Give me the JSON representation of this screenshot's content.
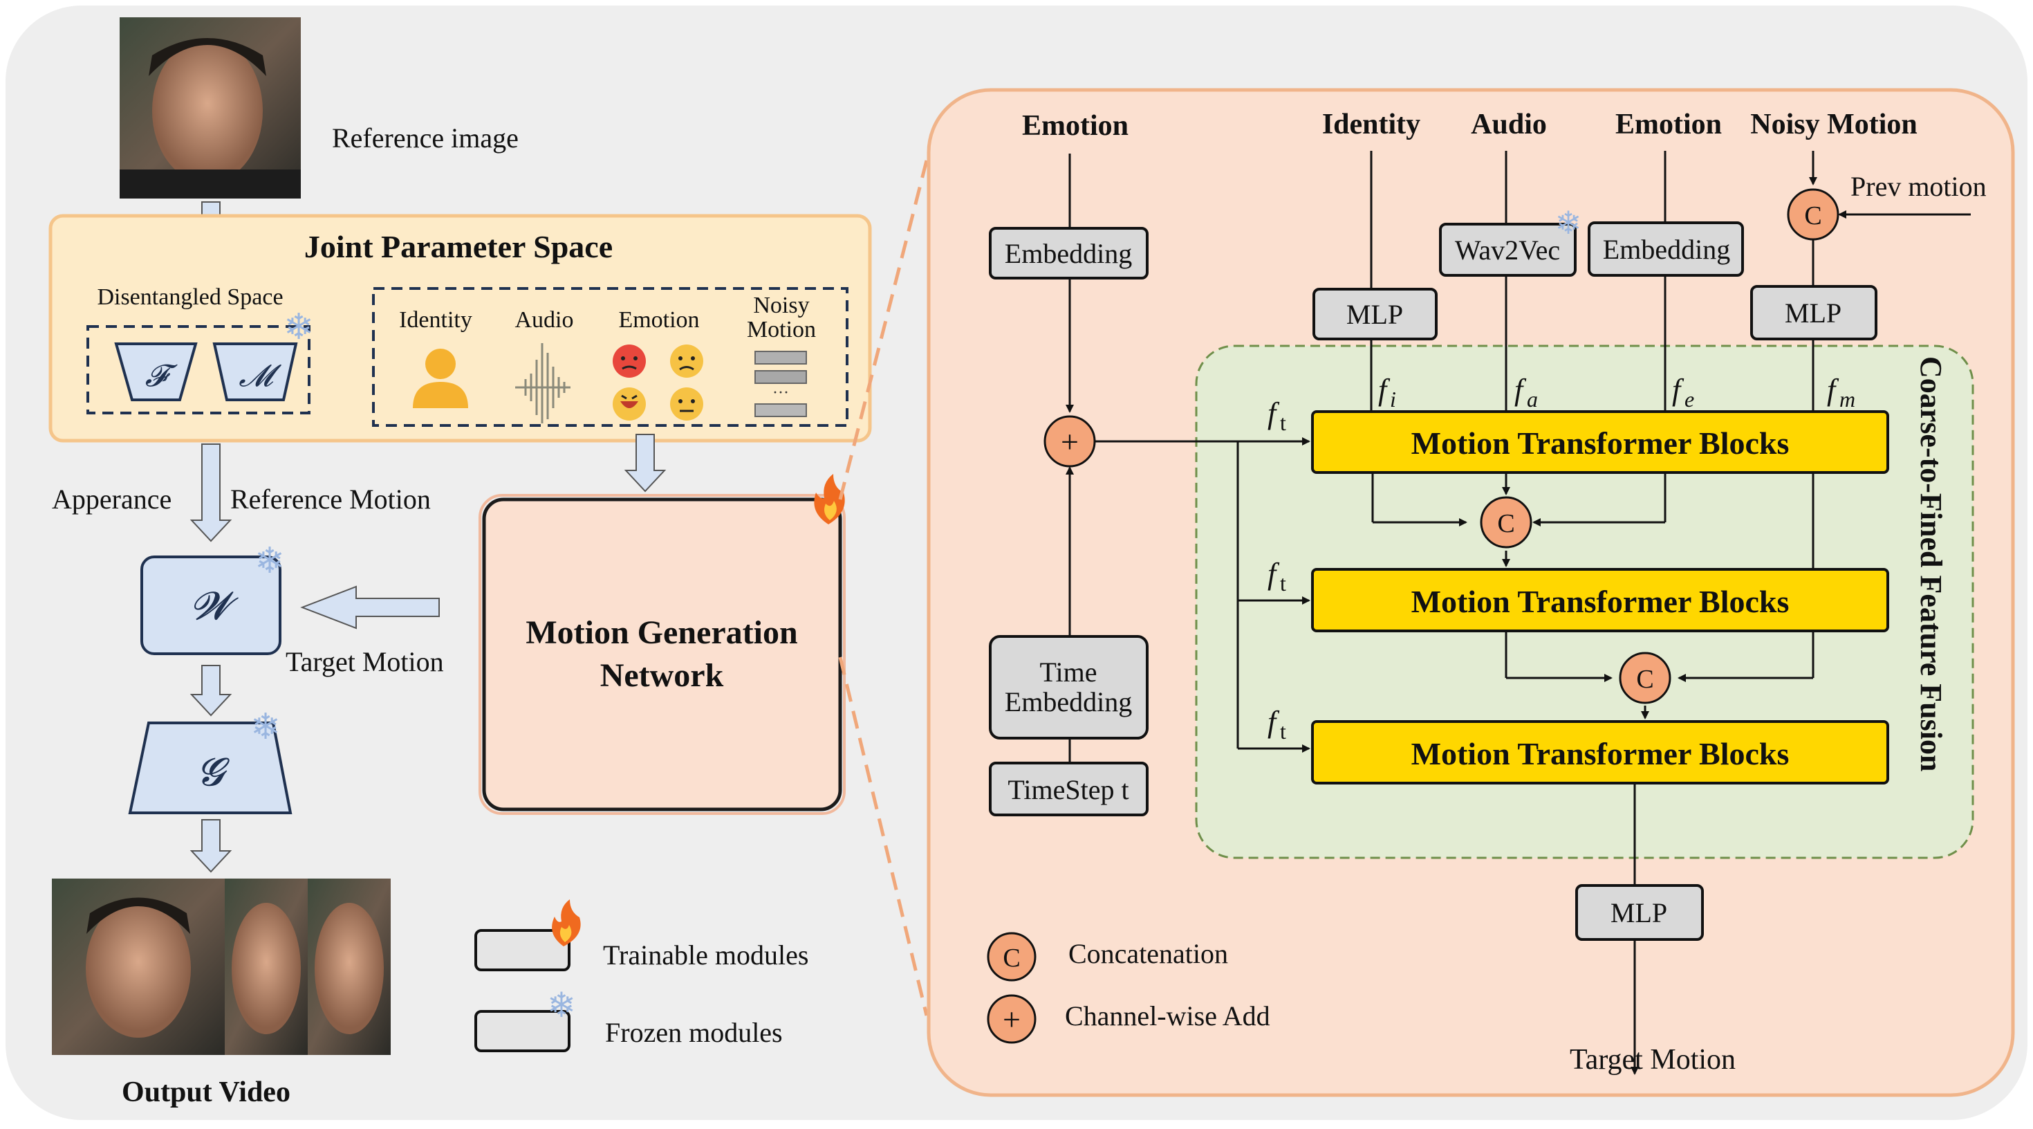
{
  "left": {
    "reference_image_label": "Reference image",
    "joint_title": "Joint Parameter Space",
    "disentangled_label": "Disentangled Space",
    "f_symbol": "𝓕",
    "m_symbol": "𝓜",
    "w_symbol": "𝓦",
    "g_symbol": "𝓖",
    "cond_identity": "Identity",
    "cond_audio": "Audio",
    "cond_emotion": "Emotion",
    "cond_noisy_line1": "Noisy",
    "cond_noisy_line2": "Motion",
    "appearance_label": "Apperance",
    "reference_motion_label": "Reference Motion",
    "target_motion_label": "Target Motion",
    "output_label": "Output Video",
    "mgn_line1": "Motion Generation",
    "mgn_line2": "Network"
  },
  "legend": {
    "trainable": "Trainable modules",
    "frozen": "Frozen modules",
    "concat": "Concatenation",
    "add": "Channel-wise Add",
    "concat_symbol": "C",
    "add_symbol": "+"
  },
  "right": {
    "in_emotion_left": "Emotion",
    "in_identity": "Identity",
    "in_audio": "Audio",
    "in_emotion_right": "Emotion",
    "in_noisy": "Noisy Motion",
    "prev_motion": "Prev motion",
    "embedding_left": "Embedding",
    "wav2vec": "Wav2Vec",
    "embedding_right": "Embedding",
    "mlp_identity": "MLP",
    "mlp_noisy": "MLP",
    "mlp_out": "MLP",
    "time_embed_line1": "Time",
    "time_embed_line2": "Embedding",
    "timestep": "TimeStep t",
    "f_i": "f",
    "f_i_sub": "i",
    "f_a": "f",
    "f_a_sub": "a",
    "f_e": "f",
    "f_e_sub": "e",
    "f_m": "f",
    "f_m_sub": "m",
    "f_t": "f",
    "f_t_sub": "t",
    "mtb_1": "Motion Transformer Blocks",
    "mtb_2": "Motion Transformer Blocks",
    "mtb_3": "Motion Transformer Blocks",
    "fusion_label": "Coarse-to-Fined Feature Fusion",
    "concat_symbol": "C",
    "add_symbol": "+",
    "target_motion": "Target Motion"
  },
  "colors": {
    "background_panel": "#eeeeee",
    "joint_fill": "#fdebc8",
    "joint_border": "#f5c58a",
    "right_panel_fill": "#fbe0d0",
    "right_panel_border": "#f0b48a",
    "fusion_fill": "#e3ecd3",
    "mtb_fill": "#ffd700",
    "module_grey": "#d9d9d9",
    "op_circle": "#f4a57a",
    "blue_module": "#d6e2f3"
  }
}
